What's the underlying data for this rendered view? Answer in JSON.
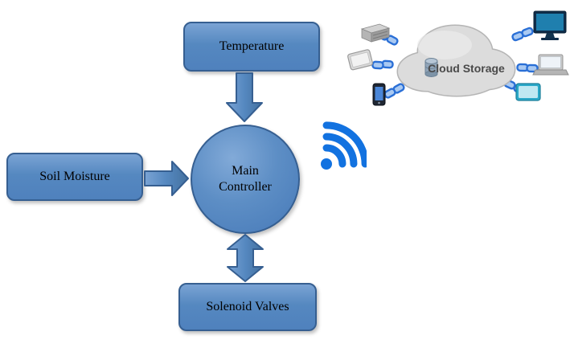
{
  "diagram": {
    "nodes": [
      {
        "id": "temperature",
        "label": "Temperature",
        "shape": "rounded-rect"
      },
      {
        "id": "soil-moisture",
        "label": "Soil Moisture",
        "shape": "rounded-rect"
      },
      {
        "id": "main-controller",
        "label": "Main Controller",
        "label_lines": [
          "Main",
          "Controller"
        ],
        "shape": "circle"
      },
      {
        "id": "solenoid-valves",
        "label": "Solenoid Valves",
        "shape": "rounded-rect"
      }
    ],
    "edges": [
      {
        "from": "temperature",
        "to": "main-controller",
        "style": "block-arrow",
        "direction": "down"
      },
      {
        "from": "soil-moisture",
        "to": "main-controller",
        "style": "block-arrow",
        "direction": "right"
      },
      {
        "from": "main-controller",
        "to": "solenoid-valves",
        "style": "block-arrow",
        "direction": "double-vertical"
      }
    ],
    "wifi_icon": "wifi-signal",
    "cloud": {
      "label": "Cloud Storage",
      "devices": [
        "server-drive",
        "tablet-display-left",
        "smartphone",
        "desktop-monitor",
        "laptop",
        "tablet-display-right"
      ]
    },
    "colors": {
      "node_fill": "#4f81bd",
      "node_fill_light": "#7aa3d4",
      "node_border": "#365f91",
      "wifi_blue": "#1272e0",
      "cloud_fill": "#dcdcdc",
      "cloud_border": "#b5b5b5",
      "chain_link_blue": "#2a6fd6"
    }
  }
}
